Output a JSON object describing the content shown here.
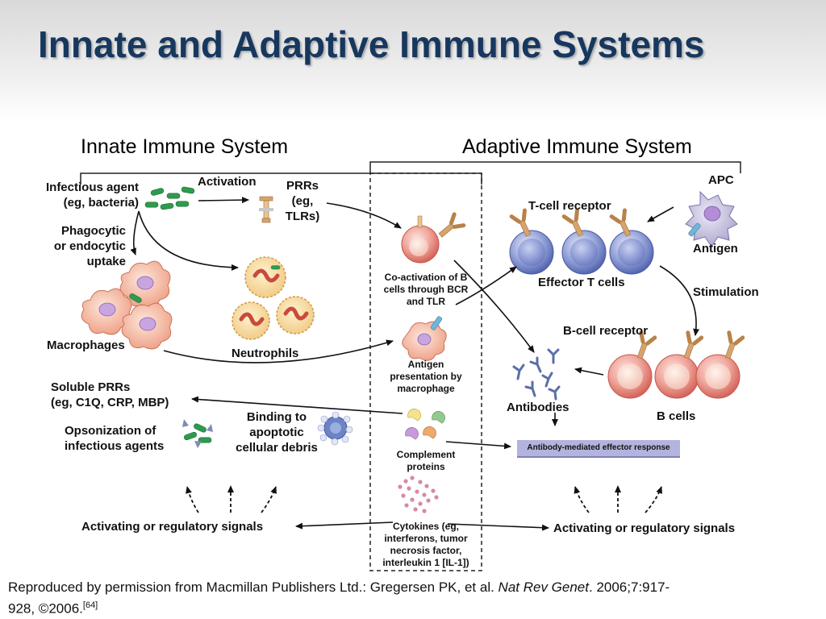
{
  "title": "Innate and Adaptive Immune Systems",
  "sections": {
    "innate": "Innate Immune System",
    "adaptive": "Adaptive Immune System"
  },
  "labels": {
    "infectious_agent": [
      "Infectious agent",
      "(eg, bacteria)"
    ],
    "activation": "Activation",
    "prrs": [
      "PRRs",
      "(eg,",
      "TLRs)"
    ],
    "phagocytic": [
      "Phagocytic",
      "or endocytic",
      "uptake"
    ],
    "macrophages": "Macrophages",
    "neutrophils": "Neutrophils",
    "soluble_prrs": [
      "Soluble PRRs",
      "(eg, C1Q, CRP, MBP)"
    ],
    "opsonization": [
      "Opsonization of",
      "infectious agents"
    ],
    "binding": [
      "Binding to",
      "apoptotic",
      "cellular debris"
    ],
    "activating_left": "Activating or regulatory signals",
    "coactivation": [
      "Co-activation of B",
      "cells through BCR",
      "and TLR"
    ],
    "antigen_presentation": [
      "Antigen",
      "presentation  by",
      "macrophage"
    ],
    "complement": [
      "Complement",
      "proteins"
    ],
    "cytokines": [
      "Cytokines  (eg,",
      "interferons,  tumor",
      "necrosis factor,",
      "interleukin  1 [IL-1])"
    ],
    "apc": "APC",
    "t_cell_receptor": "T-cell receptor",
    "antigen": "Antigen",
    "effector_t_cells": "Effector T cells",
    "stimulation": "Stimulation",
    "b_cell_receptor": "B-cell receptor",
    "antibodies": "Antibodies",
    "b_cells": "B cells",
    "effector_response": "Antibody-mediated effector response",
    "activating_right": "Activating or regulatory signals"
  },
  "footer": {
    "text": "Reproduced  by permission from Macmillan Publishers Ltd.: Gregersen  PK, et al. ",
    "journal": "Nat Rev Genet",
    "rest": ". 2006;7:917-",
    "line2": "928, ©2006.",
    "ref": "[64]"
  },
  "colors": {
    "title": "#17375e",
    "bacteria": "#2e9b4e",
    "t_cell": "#7f8fc9",
    "b_cell": "#e4837b",
    "effector_box": "#b3b3de"
  }
}
